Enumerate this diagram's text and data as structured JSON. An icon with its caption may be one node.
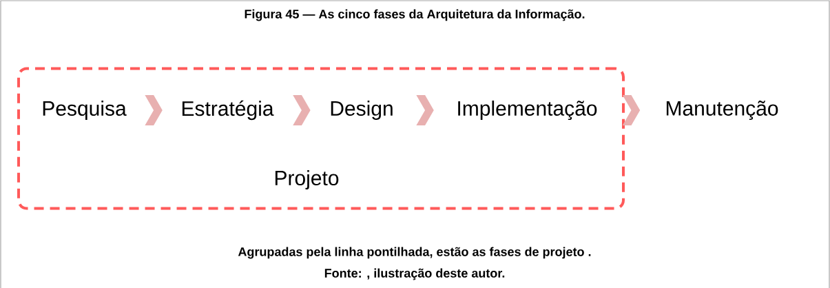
{
  "diagram": {
    "title": "Figura 45 — As cinco fases da Arquitetura da Informação.",
    "caption": "Agrupadas pela linha pontilhada, estão as fases de projeto .",
    "nodes": [
      {
        "text": [
          "Projeto"
        ]
      },
      {
        "text": [
          "Pesquisa"
        ],
        "in": 0
      },
      {
        "text": [
          "Estratégia"
        ],
        "in": 0
      },
      {
        "text": [
          "Design"
        ],
        "in": 0
      },
      {
        "text": [
          "Implementação"
        ],
        "in": 0
      },
      {
        "text": [
          "Manutenção"
        ]
      }
    ],
    "edges": [
      {
        "from": 1,
        "to": 2,
        "arrow": "to"
      },
      {
        "from": 2,
        "to": 3,
        "arrow": "to"
      },
      {
        "from": 3,
        "to": 4,
        "arrow": "to"
      },
      {
        "from": 4,
        "to": 5,
        "arrow": "to"
      }
    ],
    "labels": [
      "Fonte: , ilustração deste autor."
    ]
  }
}
